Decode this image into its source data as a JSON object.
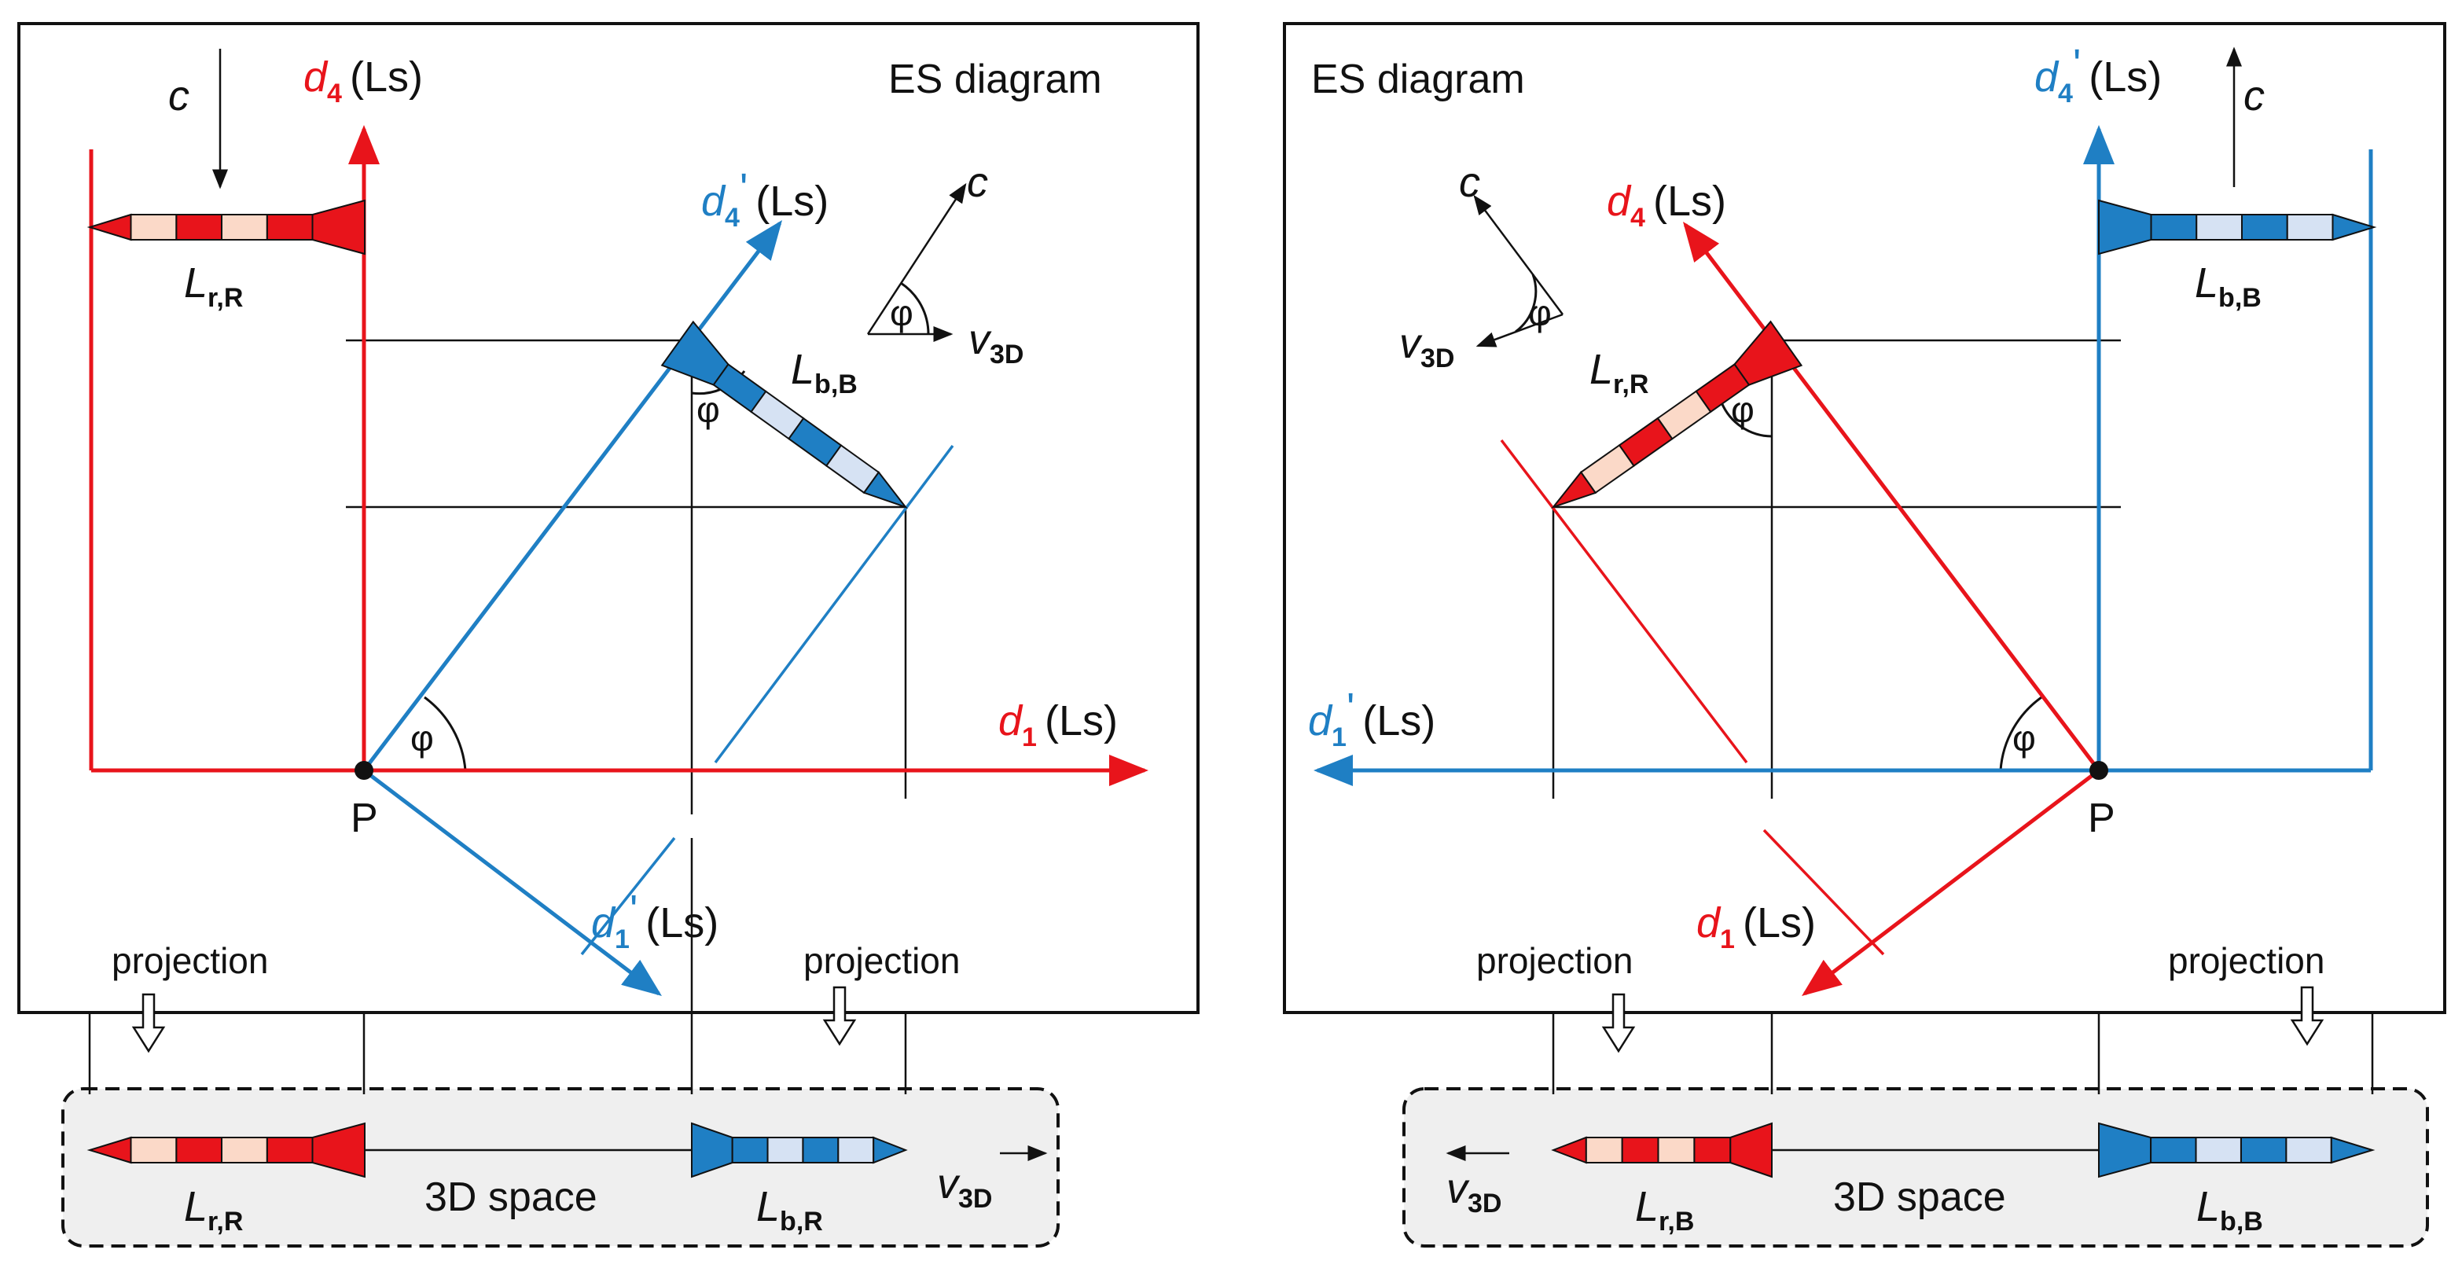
{
  "colors": {
    "red": "#e8141b",
    "blue": "#1f7fc4",
    "black": "#111111",
    "panel_gray": "#efefef"
  },
  "left": {
    "title": "ES diagram",
    "d4": {
      "sym": "d",
      "sub": "4",
      "unit": "(Ls)"
    },
    "d1": {
      "sym": "d",
      "sub": "1",
      "unit": "(Ls)"
    },
    "d4p": {
      "sym": "d",
      "sub": "4",
      "prime": "'",
      "unit": "(Ls)"
    },
    "d1p": {
      "sym": "d",
      "sub": "1",
      "prime": "'",
      "unit": "(Ls)"
    },
    "c": "c",
    "phi": "φ",
    "point": "P",
    "v3d": {
      "sym": "v",
      "sub": "3D"
    },
    "rocket_red": {
      "sym": "L",
      "sub": "r,R"
    },
    "rocket_blue": {
      "sym": "L",
      "sub": "b,B"
    },
    "projection_1": "projection",
    "projection_2": "projection",
    "space": {
      "label": "3D space",
      "rocket_red": {
        "sym": "L",
        "sub": "r,R"
      },
      "rocket_blue": {
        "sym": "L",
        "sub": "b,R"
      },
      "v3d": {
        "sym": "v",
        "sub": "3D"
      }
    }
  },
  "right": {
    "title": "ES diagram",
    "d4": {
      "sym": "d",
      "sub": "4",
      "unit": "(Ls)"
    },
    "d1": {
      "sym": "d",
      "sub": "1",
      "unit": "(Ls)"
    },
    "d4p": {
      "sym": "d",
      "sub": "4",
      "prime": "'",
      "unit": "(Ls)"
    },
    "d1p": {
      "sym": "d",
      "sub": "1",
      "prime": "'",
      "unit": "(Ls)"
    },
    "c": "c",
    "phi": "φ",
    "point": "P",
    "v3d": {
      "sym": "v",
      "sub": "3D"
    },
    "rocket_red": {
      "sym": "L",
      "sub": "r,R"
    },
    "rocket_blue": {
      "sym": "L",
      "sub": "b,B"
    },
    "projection_1": "projection",
    "projection_2": "projection",
    "space": {
      "label": "3D space",
      "rocket_red": {
        "sym": "L",
        "sub": "r,B"
      },
      "rocket_blue": {
        "sym": "L",
        "sub": "b,B"
      },
      "v3d": {
        "sym": "v",
        "sub": "3D"
      }
    }
  }
}
